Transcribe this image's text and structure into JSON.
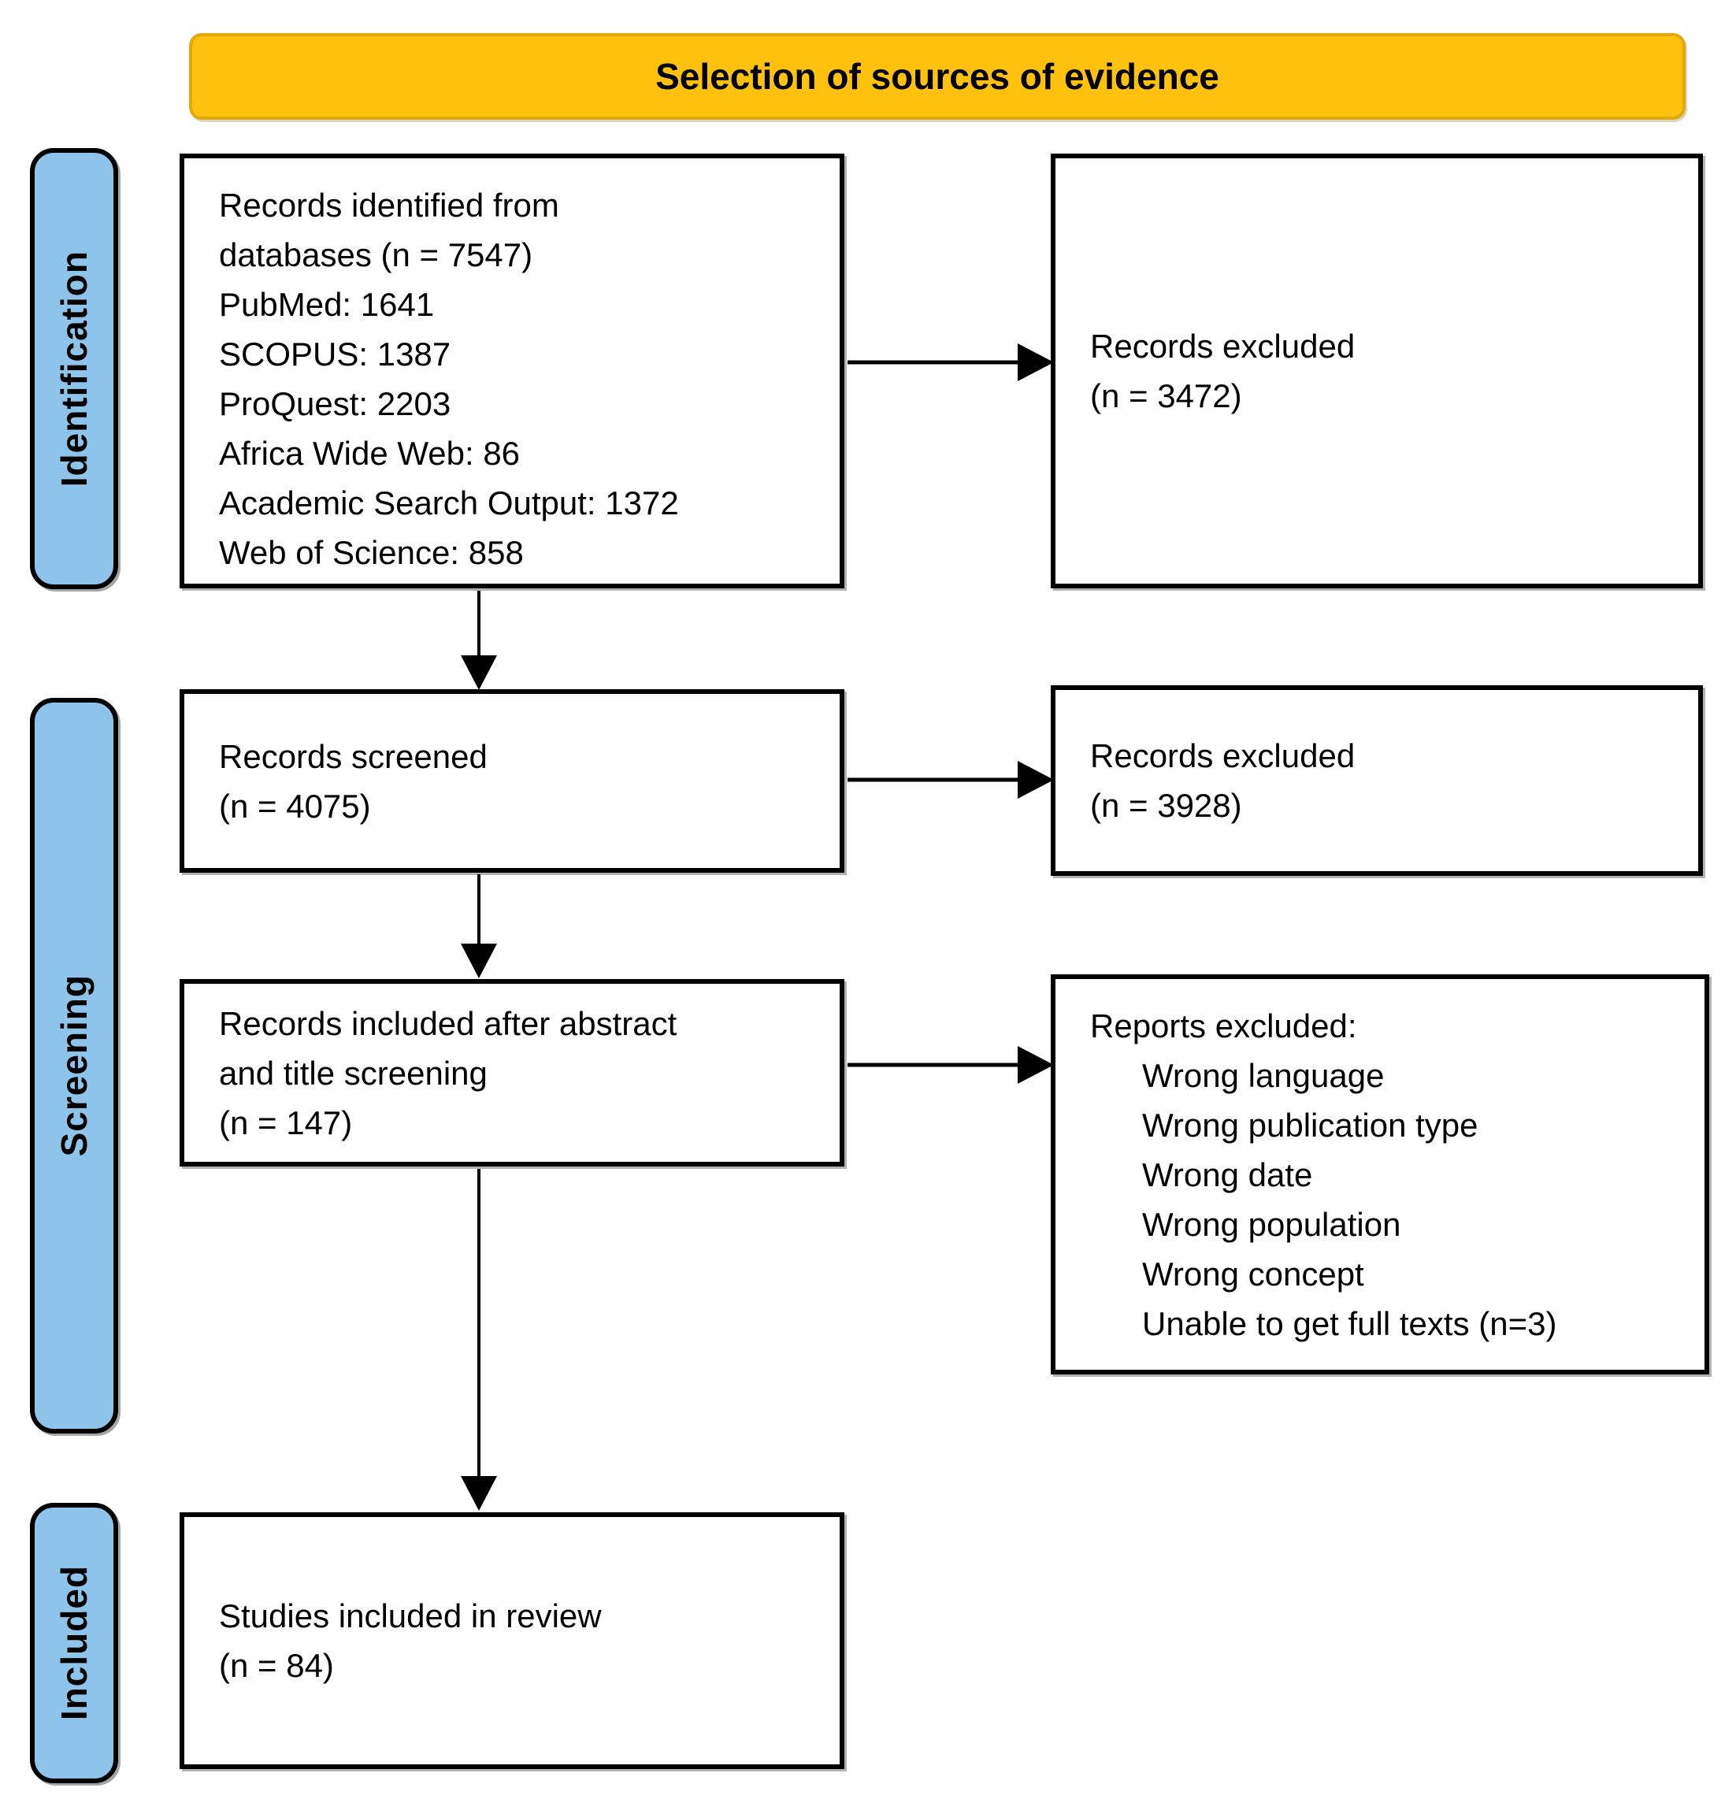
{
  "title": "Selection of sources of evidence",
  "stages": [
    {
      "label": "Identification"
    },
    {
      "label": "Screening"
    },
    {
      "label": "Included"
    }
  ],
  "boxes": {
    "identified": {
      "lines": [
        "Records identified from",
        "databases (n = 7547)",
        "PubMed: 1641",
        "SCOPUS: 1387",
        "ProQuest: 2203",
        "Africa Wide Web: 86",
        "Academic Search Output: 1372",
        "Web of Science: 858"
      ]
    },
    "records_excluded_1": {
      "lines": [
        "Records excluded",
        "(n = 3472)"
      ]
    },
    "screened": {
      "lines": [
        "Records screened",
        "(n = 4075)"
      ]
    },
    "records_excluded_2": {
      "lines": [
        "Records excluded",
        "(n = 3928)"
      ]
    },
    "included_after_screening": {
      "lines": [
        "Records included after abstract",
        "and title screening",
        "(n = 147)"
      ]
    },
    "reports_excluded": {
      "header": "Reports excluded:",
      "items": [
        "Wrong language",
        "Wrong publication type",
        "Wrong date",
        "Wrong population",
        "Wrong concept",
        "Unable to get full texts (n=3)"
      ]
    },
    "studies_included": {
      "lines": [
        "Studies included in review",
        "(n = 84)"
      ]
    }
  },
  "colors": {
    "title_bg": "#FEC10E",
    "title_border": "#E2A90F",
    "stage_bg": "#8FC4EA",
    "box_border": "#000000"
  }
}
